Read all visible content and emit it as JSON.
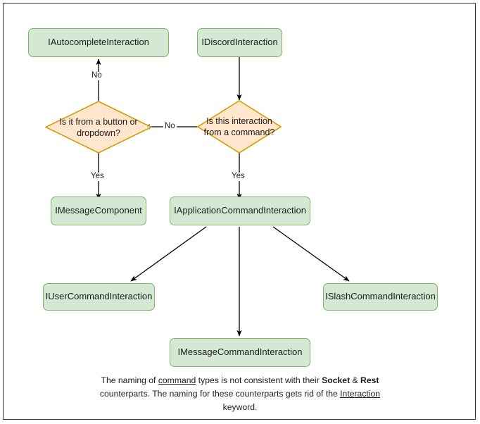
{
  "diagram": {
    "title": "Discord Interaction type hierarchy flowchart",
    "colors": {
      "box_fill": "#d5e8d4",
      "box_stroke": "#82b366",
      "diamond_fill": "#ffe6cc",
      "diamond_stroke": "#d79b00",
      "arrow": "#000000",
      "frame": "#3c3c3c",
      "background": "#ffffff"
    },
    "nodes": {
      "autocomplete": "IAutocompleteInteraction",
      "discord": "IDiscordInteraction",
      "decision_button": "Is it from a button or dropdown?",
      "decision_command": "Is this interaction from a command?",
      "message_component": "IMessageComponent",
      "application_command": "IApplicationCommandInteraction",
      "user_command": "IUserCommandInteraction",
      "message_command": "IMessageCommandInteraction",
      "slash_command": "ISlashCommandInteraction"
    },
    "edge_labels": {
      "no_up": "No",
      "no_left": "No",
      "yes_left": "Yes",
      "yes_right": "Yes"
    },
    "caption": {
      "line1_a": "The naming of ",
      "line1_u": "command",
      "line1_b": " types is not consistent with their",
      "line2_b1": "Socket",
      "line2_amp": " & ",
      "line2_b2": "Rest",
      "line2_rest": " counterparts. The naming for these",
      "line3_a": "counterparts gets rid of the ",
      "line3_u": "Interaction",
      "line3_b": " keyword."
    }
  }
}
